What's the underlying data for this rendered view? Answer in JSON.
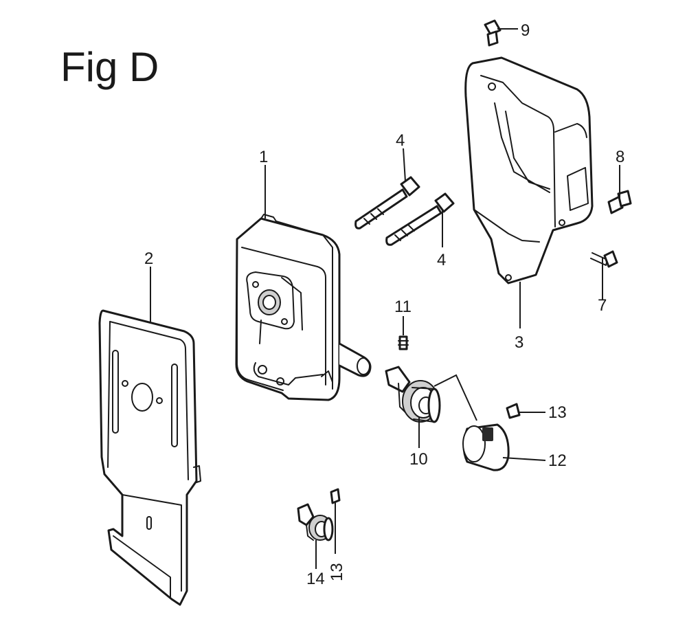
{
  "figure": {
    "title": "Fig D"
  },
  "parts": [
    {
      "id": "muffler",
      "number": "1"
    },
    {
      "id": "protector-plate",
      "number": "2"
    },
    {
      "id": "muffler-protector",
      "number": "3"
    },
    {
      "id": "bolt-upper",
      "number": "4"
    },
    {
      "id": "bolt-lower",
      "number": "4"
    },
    {
      "id": "screw-7",
      "number": "7"
    },
    {
      "id": "bolt-8",
      "number": "8"
    },
    {
      "id": "bolt-9",
      "number": "9"
    },
    {
      "id": "spark-arrester",
      "number": "10"
    },
    {
      "id": "screw-11",
      "number": "11"
    },
    {
      "id": "muffler-cap",
      "number": "12"
    },
    {
      "id": "screw-13-cap",
      "number": "13"
    },
    {
      "id": "screw-13-lower",
      "number": "13"
    },
    {
      "id": "deflector-14",
      "number": "14"
    }
  ]
}
